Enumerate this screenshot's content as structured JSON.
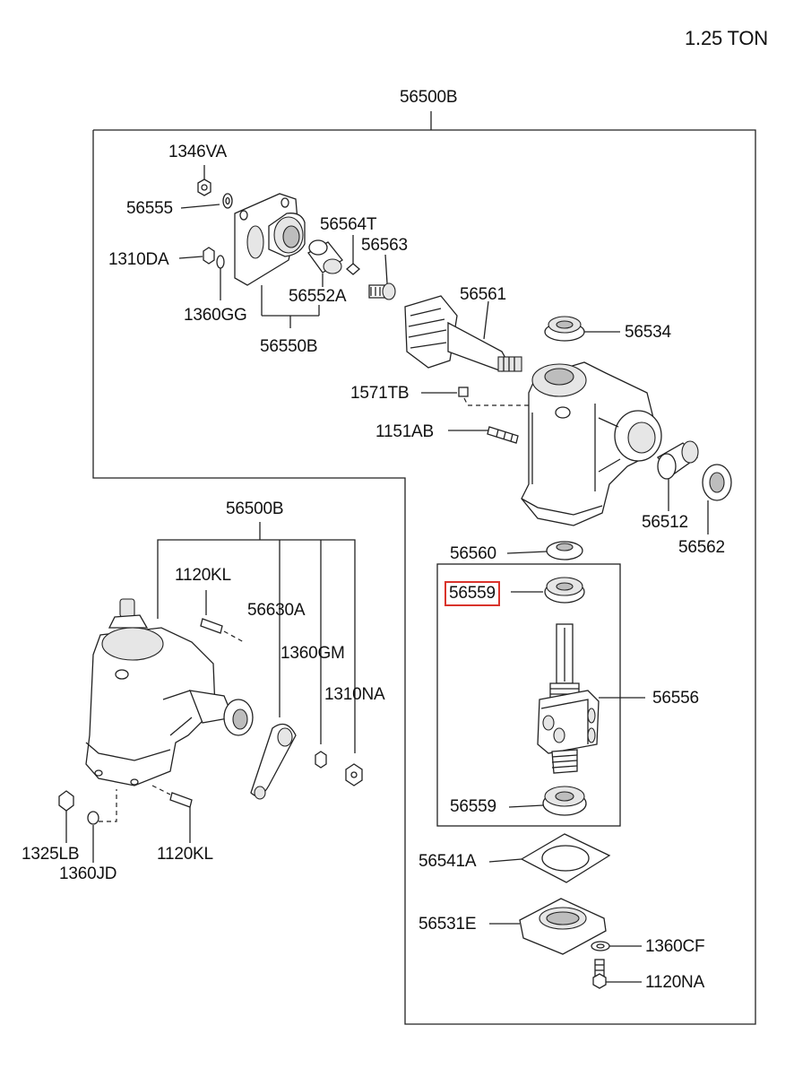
{
  "title": "1.25 TON",
  "labels": {
    "assembly_top": "56500B",
    "assembly_left": "56500B",
    "l_1346VA": "1346VA",
    "l_56555": "56555",
    "l_1310DA": "1310DA",
    "l_1360GG": "1360GG",
    "l_56564T": "56564T",
    "l_56563": "56563",
    "l_56552A": "56552A",
    "l_56550B": "56550B",
    "l_56561": "56561",
    "l_56534": "56534",
    "l_1571TB": "1571TB",
    "l_1151AB": "1151AB",
    "l_56512": "56512",
    "l_56562": "56562",
    "l_56560": "56560",
    "l_56559_top": "56559",
    "l_56556": "56556",
    "l_56559_bottom": "56559",
    "l_56541A": "56541A",
    "l_56531E": "56531E",
    "l_1360CF": "1360CF",
    "l_1120NA": "1120NA",
    "l_1120KL_top": "1120KL",
    "l_56630A": "56630A",
    "l_1360GM": "1360GM",
    "l_1310NA": "1310NA",
    "l_1325LB": "1325LB",
    "l_1360JD": "1360JD",
    "l_1120KL_bottom": "1120KL"
  },
  "highlight": {
    "part": "56559",
    "color": "#d9332b"
  }
}
